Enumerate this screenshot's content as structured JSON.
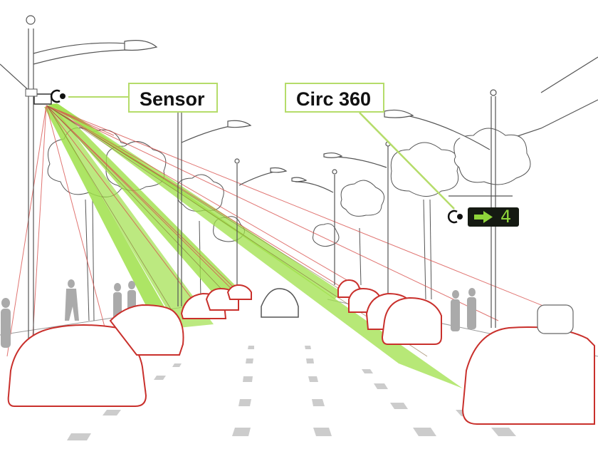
{
  "labels": {
    "sensor": "Sensor",
    "circ": "Circ 360"
  },
  "sign": {
    "icon": "arrow-right-icon",
    "count": "4"
  },
  "colors": {
    "beam_green": "#9fe04a",
    "beam_red": "#d9534f",
    "car_outline": "#c9302c",
    "label_border": "#b5dc6a",
    "sign_bg": "#151a12",
    "sign_text": "#8fd43a"
  }
}
